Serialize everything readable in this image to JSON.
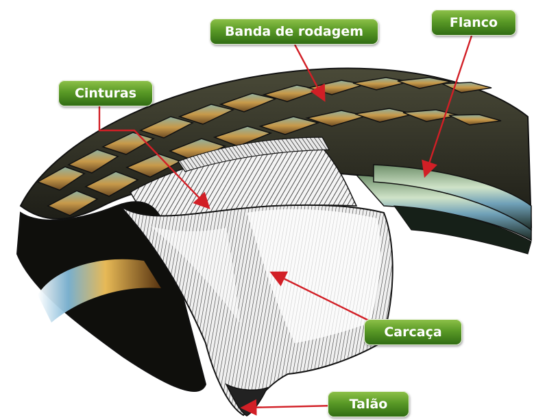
{
  "labels": {
    "banda": "Banda de rodagem",
    "flanco": "Flanco",
    "cinturas": "Cinturas",
    "carcaca": "Carcaça",
    "talao": "Talão"
  },
  "colors": {
    "label_green_top": "#8fc24a",
    "label_green_bottom": "#2f6a13",
    "arrow_red": "#d21f26"
  }
}
